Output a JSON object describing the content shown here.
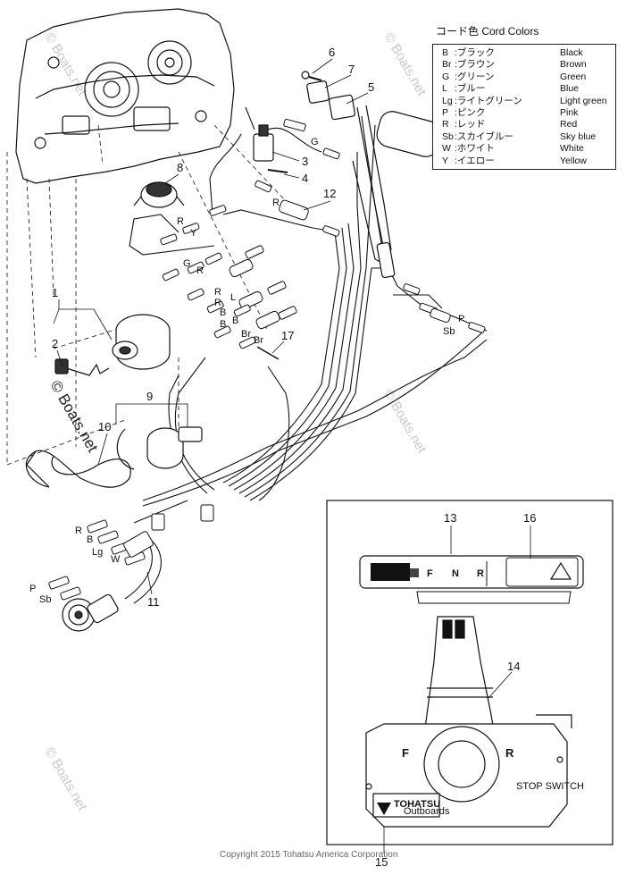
{
  "legend": {
    "title": "コード色 Cord Colors",
    "rows": [
      {
        "code": "B",
        "jp": ":ブラック",
        "en": "Black"
      },
      {
        "code": "Br",
        "jp": ":ブラウン",
        "en": "Brown"
      },
      {
        "code": "G",
        "jp": ":グリーン",
        "en": "Green"
      },
      {
        "code": "L",
        "jp": ":ブルー",
        "en": "Blue"
      },
      {
        "code": "Lg",
        "jp": ":ライトグリーン",
        "en": "Light green"
      },
      {
        "code": "P",
        "jp": ":ピンク",
        "en": "Pink"
      },
      {
        "code": "R",
        "jp": ":レッド",
        "en": "Red"
      },
      {
        "code": "Sb",
        "jp": ":スカイブルー",
        "en": "Sky blue"
      },
      {
        "code": "W",
        "jp": ":ホワイト",
        "en": "White"
      },
      {
        "code": "Y",
        "jp": ":イエロー",
        "en": "Yellow"
      }
    ]
  },
  "callouts": [
    "1",
    "2",
    "3",
    "4",
    "5",
    "6",
    "7",
    "8",
    "9",
    "10",
    "11",
    "12",
    "13",
    "14",
    "15",
    "16",
    "17"
  ],
  "wire_labels": {
    "g_top": "G",
    "r_top": "R",
    "r_8": "R",
    "y_8": "Y",
    "g_mid": "G",
    "r_mid": "R",
    "r_a": "R",
    "l_a": "L",
    "b_a": "B",
    "b_b": "B",
    "b_c": "B",
    "br_a": "Br",
    "br_b": "Br",
    "r_b": "R",
    "p_right": "P",
    "sb_right": "Sb",
    "r_low": "R",
    "b_low": "B",
    "lg_low": "Lg",
    "w_low": "W",
    "p_low": "P",
    "sb_low": "Sb"
  },
  "panel": {
    "gear_letters": [
      "F",
      "N",
      "R"
    ],
    "lever_letters": [
      "F",
      "R"
    ],
    "brand": "TOHATSU",
    "brand_sub": "Outboards",
    "stop_switch": "STOP SWITCH"
  },
  "watermark": {
    "text": "© Boats.net",
    "main": "© Boats.net"
  },
  "copyright": "Copyright 2015 Tohatsu America Corporation"
}
